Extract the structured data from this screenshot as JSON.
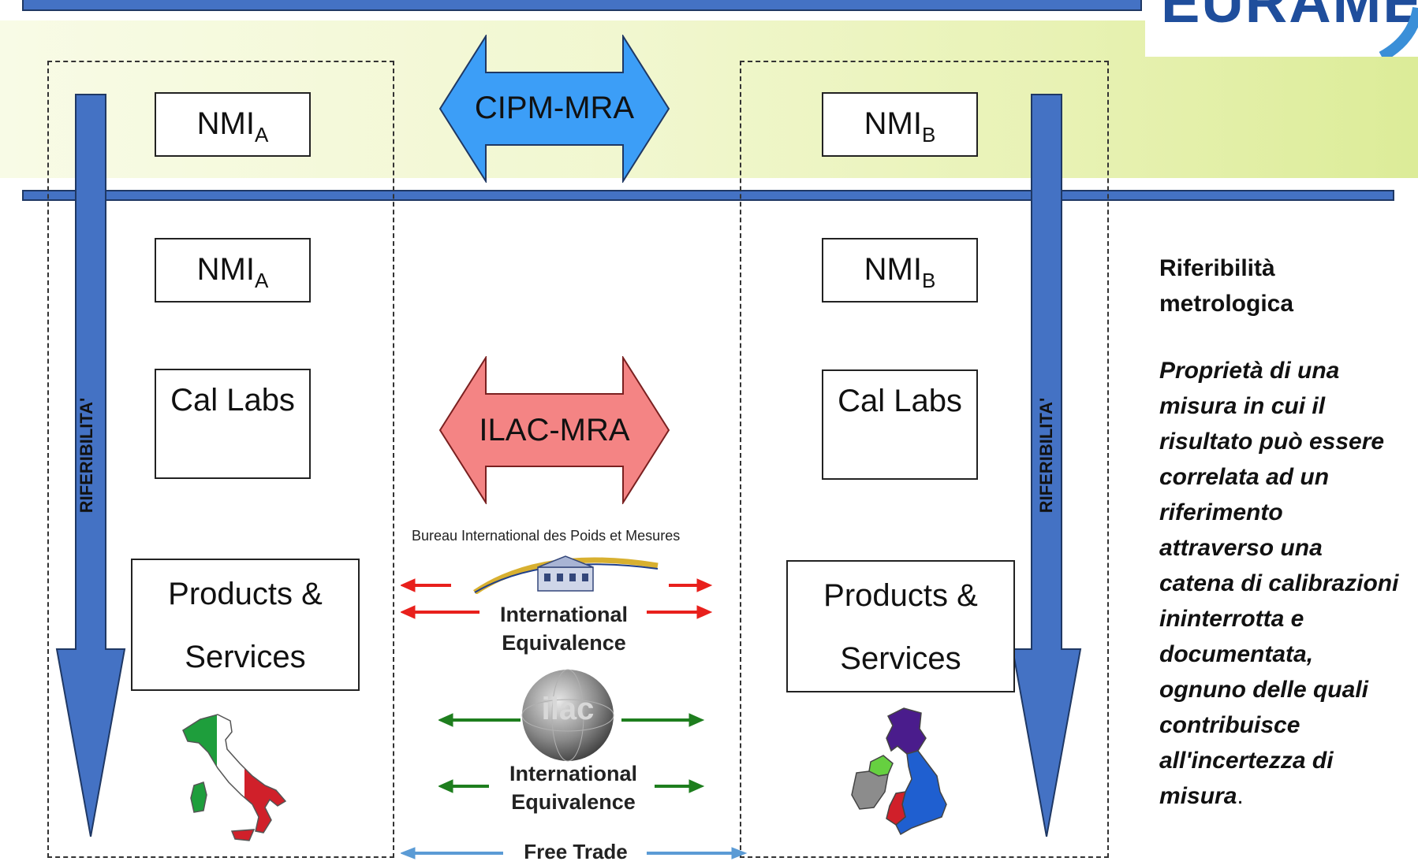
{
  "logo_text": "EURAMET",
  "arrows": {
    "cipm": "CIPM-MRA",
    "ilac": "ILAC-MRA"
  },
  "left_column": {
    "nmi_top": {
      "text": "NMI",
      "sub": "A"
    },
    "nmi": {
      "text": "NMI",
      "sub": "A"
    },
    "cal_labs": "Cal Labs",
    "products_line1": "Products &",
    "products_line2": "Services",
    "riferibilita": "RIFERIBILITA'"
  },
  "right_column": {
    "nmi_top": {
      "text": "NMI",
      "sub": "B"
    },
    "nmi": {
      "text": "NMI",
      "sub": "B"
    },
    "cal_labs": "Cal Labs",
    "products_line1": "Products &",
    "products_line2": "Services",
    "riferibilita": "RIFERIBILITA'"
  },
  "center": {
    "bipm_caption": "Bureau International des Poids et Mesures",
    "equivalence_1_line1": "International",
    "equivalence_1_line2": "Equivalence",
    "ilac_logo_text": "ilac",
    "equivalence_2_line1": "International",
    "equivalence_2_line2": "Equivalence",
    "free_trade": "Free Trade"
  },
  "sidebar": {
    "title_line1": "Riferibilità",
    "title_line2": "metrologica",
    "definition_lines": [
      "Proprietà di una",
      "misura in cui il",
      "risultato può essere",
      "correlata ad un",
      "riferimento",
      "attraverso una",
      "catena di calibrazioni",
      "ininterrotta e",
      "documentata,",
      "ognuno delle quali",
      "contribuisce",
      "all'incertezza di",
      "misura"
    ],
    "definition_end": "."
  },
  "colors": {
    "bar_blue": "#4472c4",
    "cipm_arrow": "#3c9ef7",
    "ilac_arrow": "#f48484",
    "red_arrow": "#e8201c",
    "green_arrow": "#1e7e1e",
    "free_trade_arrow": "#5b9bd5"
  }
}
